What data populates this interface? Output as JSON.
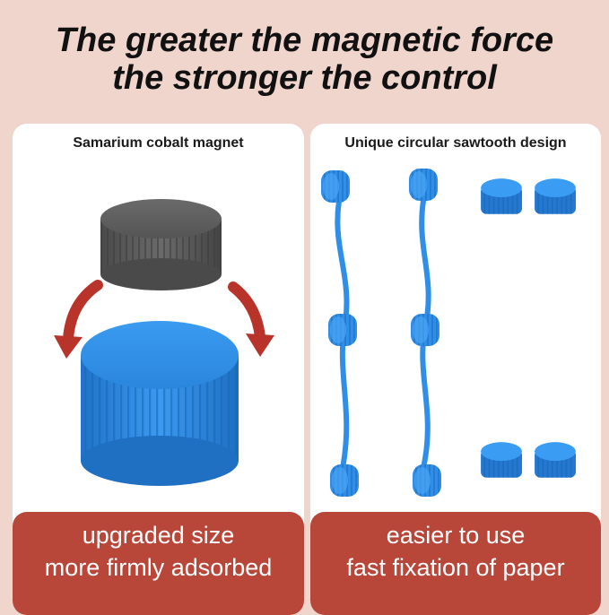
{
  "headline": {
    "line1": "The greater the magnetic force",
    "line2": "the stronger the control"
  },
  "left_panel": {
    "title": "Samarium cobalt magnet",
    "caption_line1": "upgraded size",
    "caption_line2": "more firmly adsorbed"
  },
  "right_panel": {
    "title": "Unique circular sawtooth design",
    "caption_line1": "easier to use",
    "caption_line2": "fast fixation of paper"
  },
  "colors": {
    "background": "#f0d5cd",
    "caption_band": "#b8473a",
    "magnet_blue": "#2f8fe8",
    "magnet_gray": "#5d5d5d",
    "arrow_red": "#b8342a"
  }
}
